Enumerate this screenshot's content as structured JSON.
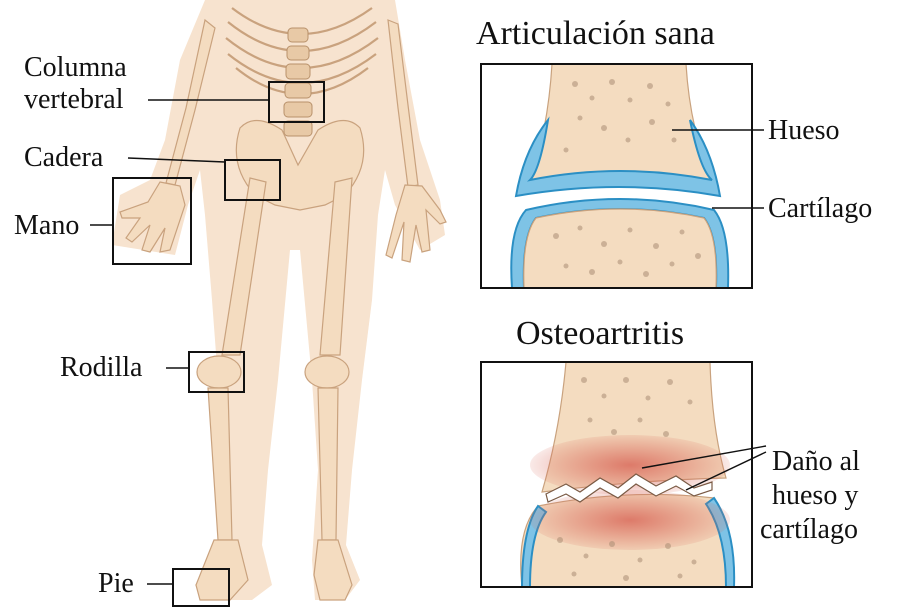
{
  "figure": {
    "left_panel": {
      "labels": {
        "columna": [
          "Columna",
          "vertebral"
        ],
        "cadera": "Cadera",
        "mano": "Mano",
        "rodilla": "Rodilla",
        "pie": "Pie"
      }
    },
    "healthy_panel": {
      "title": "Articulación sana",
      "labels": {
        "hueso": "Hueso",
        "cartilago": "Cartílago"
      }
    },
    "oa_panel": {
      "title": "Osteoartritis",
      "labels": {
        "dano": [
          "Daño al",
          "hueso y",
          "cartílago"
        ]
      }
    },
    "colors": {
      "skin": "#f7e3cf",
      "bone": "#f4dcc0",
      "cartilage": "#7ec3e6",
      "cartilage_edge": "#2b8fc4",
      "damage": "#d9695a"
    }
  }
}
